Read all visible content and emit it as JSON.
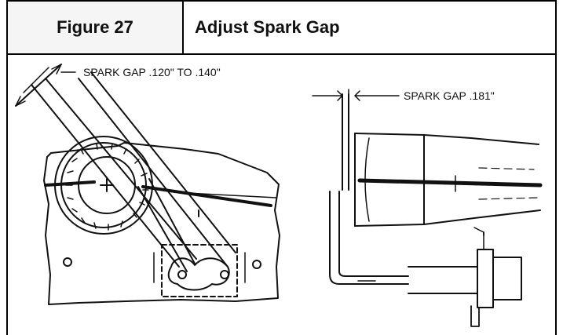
{
  "figure": {
    "number_label": "Figure 27",
    "title": "Adjust Spark Gap"
  },
  "diagram": {
    "left_callout": "SPARK GAP .120\" TO .140\"",
    "right_callout": "SPARK GAP .181\""
  }
}
